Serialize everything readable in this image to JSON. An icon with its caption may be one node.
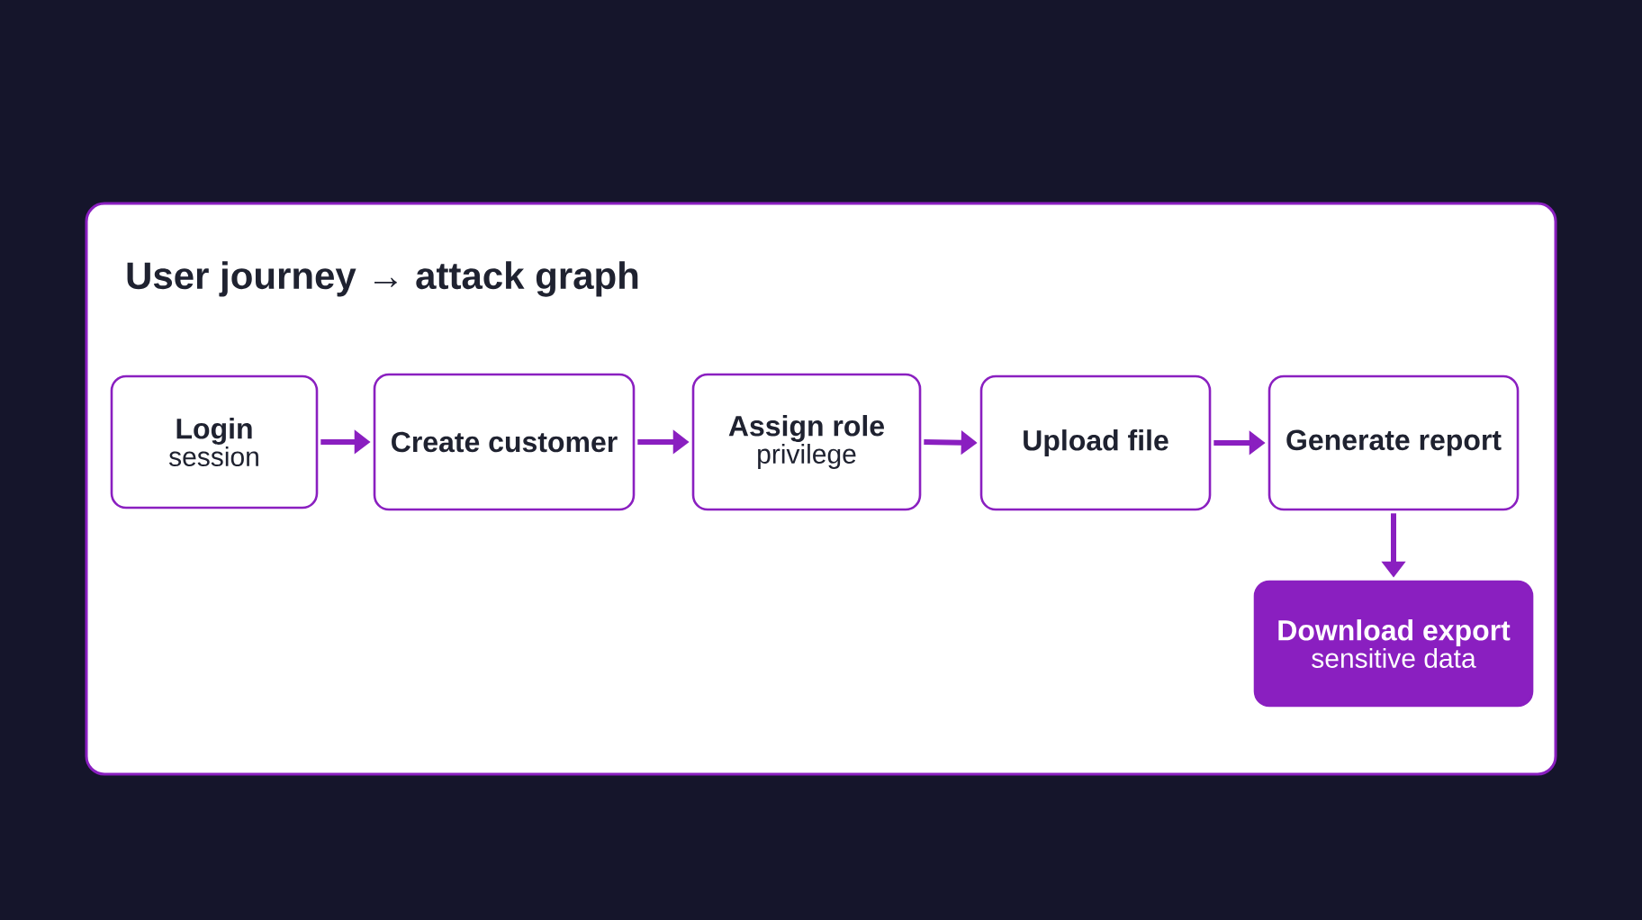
{
  "diagram": {
    "title": "User journey → attack graph",
    "nodes": [
      {
        "text": [
          "Login",
          "session"
        ]
      },
      {
        "text": [
          "Create customer"
        ]
      },
      {
        "text": [
          "Assign role",
          "privilege"
        ]
      },
      {
        "text": [
          "Upload file"
        ]
      },
      {
        "text": [
          "Generate report"
        ]
      },
      {
        "text": [
          "Download export",
          "sensitive data"
        ]
      }
    ],
    "edges": [
      {
        "from": 0,
        "to": 1,
        "arrow": "to"
      },
      {
        "from": 1,
        "to": 2,
        "arrow": "to"
      },
      {
        "from": 2,
        "to": 3,
        "arrow": "to"
      },
      {
        "from": 3,
        "to": 4,
        "arrow": "to"
      },
      {
        "from": 4,
        "to": 5,
        "arrow": "to"
      }
    ]
  }
}
